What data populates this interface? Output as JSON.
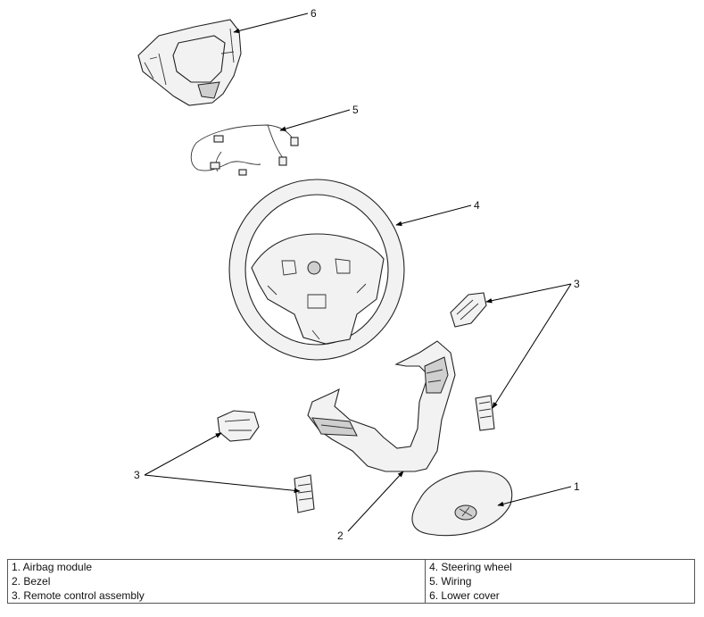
{
  "callouts": {
    "c1": "1",
    "c2": "2",
    "c3a": "3",
    "c3b": "3",
    "c4": "4",
    "c5": "5",
    "c6": "6"
  },
  "legend": {
    "rows": [
      [
        "1. Airbag module",
        "4. Steering wheel"
      ],
      [
        "2. Bezel",
        "5. Wiring"
      ],
      [
        "3. Remote control assembly",
        "6. Lower cover"
      ]
    ]
  }
}
